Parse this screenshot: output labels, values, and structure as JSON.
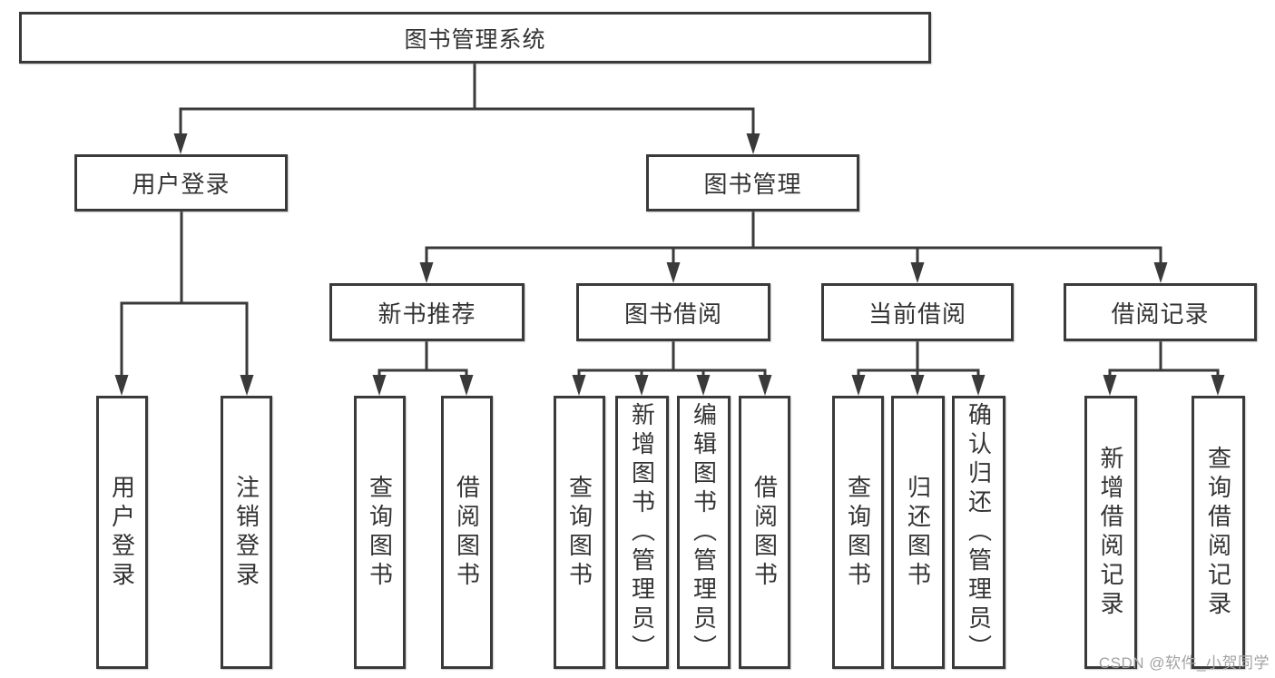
{
  "colors": {
    "line": "#3a3a3a",
    "box_border": "#3a3a3a",
    "box_fill": "#ffffff",
    "text": "#333333",
    "watermark": "#a3a3a3"
  },
  "diagram": {
    "root": {
      "label": "图书管理系统"
    },
    "branches": [
      {
        "label": "用户登录",
        "children": [
          {
            "label": "用户登录"
          },
          {
            "label": "注销登录"
          }
        ]
      },
      {
        "label": "图书管理",
        "groups": [
          {
            "label": "新书推荐",
            "children": [
              {
                "label": "查询图书"
              },
              {
                "label": "借阅图书"
              }
            ]
          },
          {
            "label": "图书借阅",
            "children": [
              {
                "label": "查询图书"
              },
              {
                "label": "新增图书（管理员）"
              },
              {
                "label": "编辑图书（管理员）"
              },
              {
                "label": "借阅图书"
              }
            ]
          },
          {
            "label": "当前借阅",
            "children": [
              {
                "label": "查询图书"
              },
              {
                "label": "归还图书"
              },
              {
                "label": "确认归还（管理员）"
              }
            ]
          },
          {
            "label": "借阅记录",
            "children": [
              {
                "label": "新增借阅记录"
              },
              {
                "label": "查询借阅记录"
              }
            ]
          }
        ]
      }
    ]
  },
  "watermark": {
    "text": "CSDN @软件_小贺同学"
  }
}
